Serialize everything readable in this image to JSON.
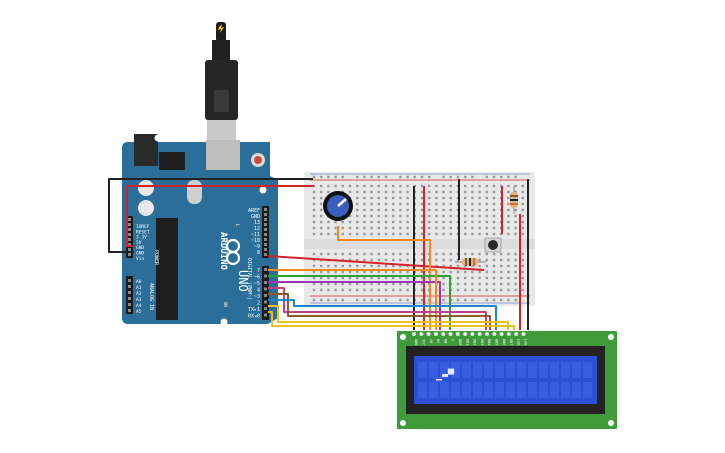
{
  "board": {
    "brand": "ARDUINO",
    "model": "UNO",
    "on_label": "ON",
    "power_label": "POWER",
    "analog_label": "ANALOG IN",
    "digital_label": "DIGITAL (PWM~)",
    "tx_label": "TX",
    "rx_label": "RX",
    "l_label": "L",
    "digital_pins": [
      "AREF",
      "GND",
      "13",
      "12",
      "~11",
      "~10",
      "~9",
      "8",
      "7",
      "~6",
      "~5",
      "4",
      "~3",
      "2",
      "TX▸1",
      "RX◂0"
    ],
    "power_pins": [
      "IOREF",
      "RESET",
      "3.3V",
      "5V",
      "GND",
      "GND",
      "Vin"
    ],
    "analog_pins": [
      "A0",
      "A1",
      "A2",
      "A3",
      "A4",
      "A5"
    ]
  },
  "lcd": {
    "pin_labels": [
      "GND",
      "VCC",
      "V0",
      "RS",
      "RW",
      "E",
      "DB0",
      "DB1",
      "DB2",
      "DB3",
      "DB4",
      "DB5",
      "DB6",
      "DB7",
      "LED",
      "LED"
    ],
    "screen_text": "▁▬▀"
  },
  "colors": {
    "board": "#2b6e99",
    "lcd_pcb": "#3f9a3a",
    "lcd_screen": "#2d4fd6",
    "breadboard": "#e8e8e8",
    "wire_red": "#d3232a",
    "wire_black": "#222222",
    "wire_orange": "#f08a1a",
    "wire_green": "#2fa335",
    "wire_purple": "#9b36b7",
    "wire_blue": "#1e88c8",
    "wire_brown": "#8a5a2b",
    "wire_yellow": "#e8c21a",
    "wire_pink": "#c2408b"
  }
}
